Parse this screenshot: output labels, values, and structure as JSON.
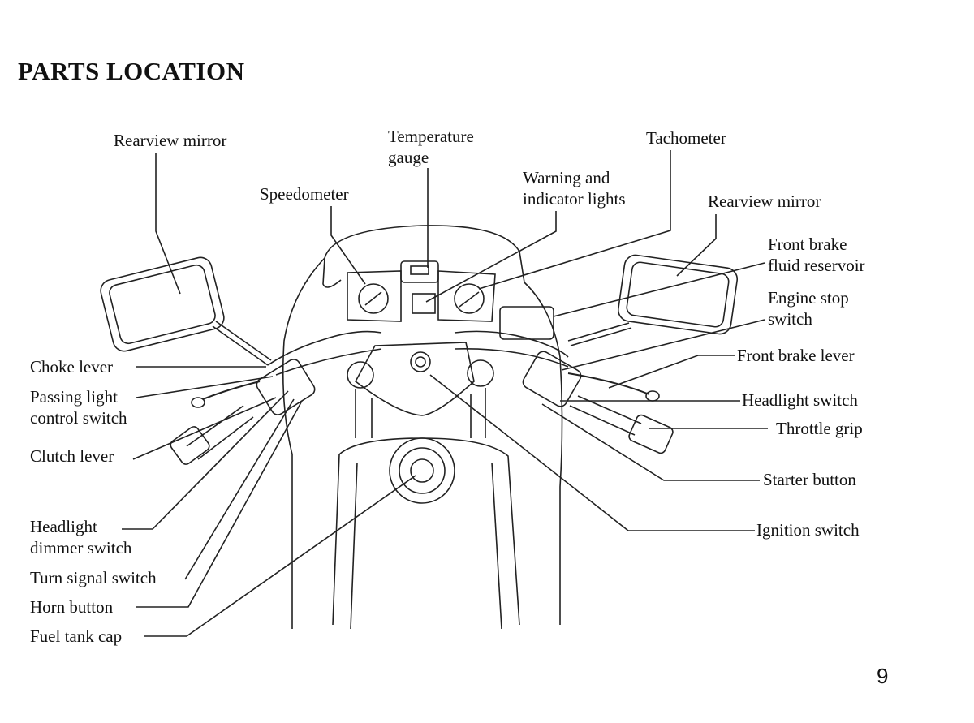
{
  "page": {
    "title": "PARTS LOCATION",
    "page_number": "9"
  },
  "labels": {
    "rearview_mirror_left": "Rearview mirror",
    "temperature_gauge": [
      "Temperature",
      "gauge"
    ],
    "tachometer": "Tachometer",
    "speedometer": "Speedometer",
    "warning_lights": [
      "Warning and",
      "indicator lights"
    ],
    "rearview_mirror_right": "Rearview mirror",
    "front_brake_fluid_reservoir": [
      "Front brake",
      "fluid reservoir"
    ],
    "engine_stop_switch": [
      "Engine stop",
      "switch"
    ],
    "front_brake_lever": "Front brake lever",
    "headlight_switch": "Headlight switch",
    "throttle_grip": "Throttle grip",
    "starter_button": "Starter button",
    "ignition_switch": "Ignition switch",
    "choke_lever": "Choke lever",
    "passing_light_control_switch": [
      "Passing light",
      "control switch"
    ],
    "clutch_lever": "Clutch lever",
    "headlight_dimmer_switch": [
      "Headlight",
      "dimmer switch"
    ],
    "turn_signal_switch": "Turn signal switch",
    "horn_button": "Horn button",
    "fuel_tank_cap": "Fuel tank cap"
  }
}
